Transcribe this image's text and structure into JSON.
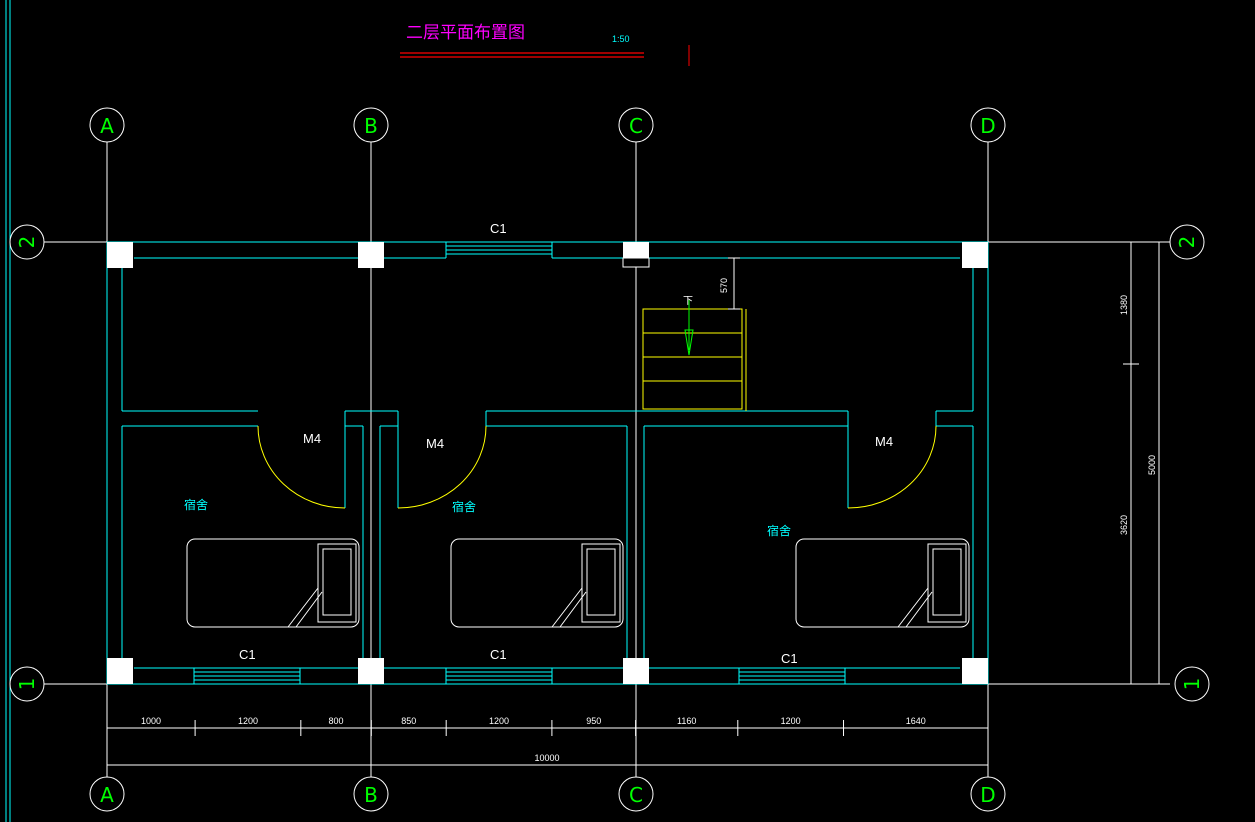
{
  "drawing": {
    "title": "二层平面布置图",
    "scale": "1:50",
    "colors": {
      "background": "#000000",
      "wall": "#00ffff",
      "grid_line": "#ffffff",
      "grid_bubble_text": "#00ff00",
      "door_swing": "#ffff00",
      "stair": "#ffff00",
      "room_label": "#00ffff",
      "title_text": "#ff00ff",
      "title_underline": "#ff0000",
      "dimension": "#ffffff"
    }
  },
  "grid": {
    "columns": [
      "A",
      "B",
      "C",
      "D"
    ],
    "rows": [
      "2",
      "1"
    ]
  },
  "rooms": [
    {
      "name": "宿舍"
    },
    {
      "name": "宿舍"
    },
    {
      "name": "宿舍"
    }
  ],
  "doors": [
    {
      "tag": "M4"
    },
    {
      "tag": "M4"
    },
    {
      "tag": "M4"
    }
  ],
  "windows": {
    "top": {
      "tag": "C1"
    },
    "bottom": [
      {
        "tag": "C1"
      },
      {
        "tag": "C1"
      },
      {
        "tag": "C1"
      }
    ]
  },
  "stair": {
    "direction_label": "下",
    "offset_dimension": "570"
  },
  "dimensions": {
    "bottom_segments": [
      "1000",
      "1200",
      "800",
      "850",
      "1200",
      "950",
      "1160",
      "1200",
      "1640"
    ],
    "bottom_total": "10000",
    "right_segments": [
      "1380",
      "3620"
    ],
    "right_total": "5000"
  }
}
